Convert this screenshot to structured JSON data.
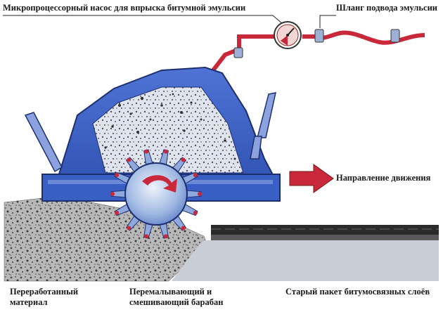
{
  "labels": {
    "pump": "Микропроцессорный насос для впрыска битумной эмульсии",
    "hose": "Шланг подвода эмульсии",
    "direction": "Направление движения",
    "processed_line1": "Переработанный",
    "processed_line2": "материал",
    "drum_line1": "Перемалывающий и",
    "drum_line2": "смешивающий барабан",
    "old_layers": "Старый пакет битумосвязных слоёв"
  },
  "colors": {
    "machine_body": "#3a5fc4",
    "machine_light": "#a9b9e3",
    "emulsion_red": "#c8283a",
    "asphalt_black": "#2b2b2b",
    "gravel_gray": "#8a8a8a",
    "drum_blue": "#7fa0d8"
  },
  "icons": [
    "pressure-gauge-icon",
    "direction-arrow-icon",
    "rotation-arrow-icon"
  ]
}
